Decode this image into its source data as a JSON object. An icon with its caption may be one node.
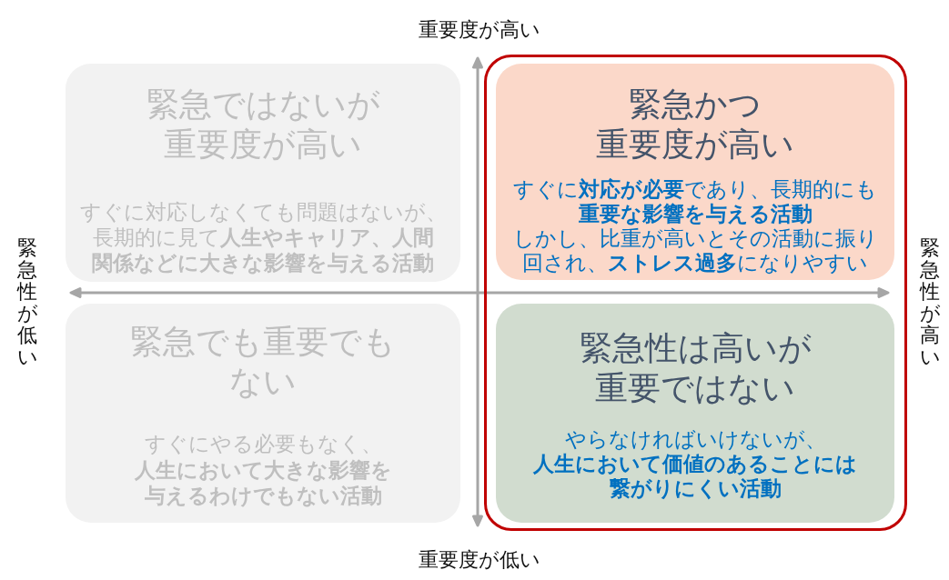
{
  "diagram": {
    "nodes": [
      {
        "text": [
          "緊急ではないが重要度が高い",
          "すぐに対応しなくても問題はないが、長期的に見て**人生やキャリア、人間関係などに大きな影響を与える活動**"
        ]
      },
      {
        "text": [],
        "shape": "box"
      },
      {
        "text": [
          "緊急かつ重要度が高い",
          "すぐに**対応が必要**であり、長期的にも**重要な影響を与える活動**",
          "しかし、比重が高いとその活動に振り回され、**ストレス過多**になりやすい"
        ],
        "in": 1
      },
      {
        "text": [
          "緊急でも重要でもない",
          "すぐにやる必要もなく、**人生において大きな影響を与えるわけでもない活動**"
        ]
      },
      {
        "text": [
          "緊急性は高いが重要ではない",
          "やらなければいけないが、**人生において価値のあることには繋がりにくい活動**"
        ],
        "in": 1
      }
    ],
    "labels": [
      "重要度が高い",
      "緊急性が低い",
      "緊急性が高い",
      "重要度が低い"
    ]
  }
}
